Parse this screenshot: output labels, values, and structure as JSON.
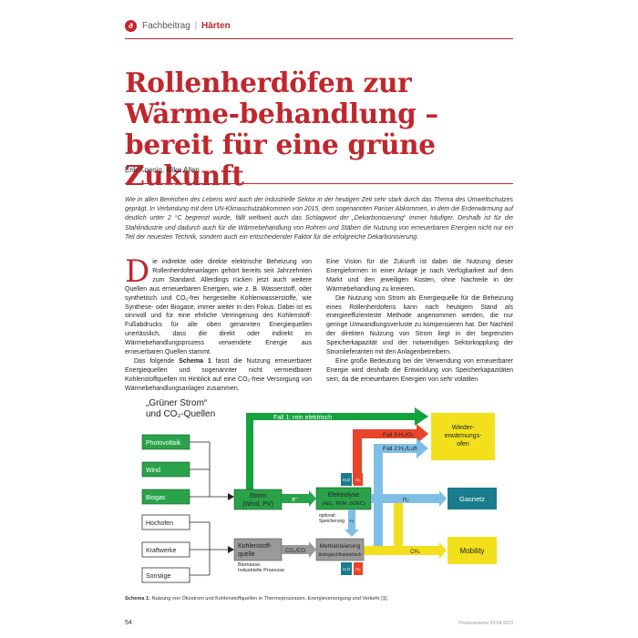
{
  "header": {
    "logo_letter": "ð",
    "section": "Fachbeitrag",
    "separator": "|",
    "topic": "Härten"
  },
  "article": {
    "title": "Rollenherdöfen zur Wärme-behandlung – bereit für eine grüne Zukunft",
    "authors": "Erik Koenig, Mike Allen",
    "lead": "Wie in allen Bereichen des Lebens wird auch der industrielle Sektor in der heutigen Zeit sehr stark durch das Thema des Umweltschutzes geprägt. In Verbindung mit dem UN-Klimaschutzabkommen von 2015, dem sogenannten Pariser Abkommen, in dem die Erderwärmung auf deutlich unter 2 °C begrenzt wurde, fällt weltweit auch das Schlagwort der „Dekarbonisierung“ immer häufiger. Deshalb ist für die Stahlindustrie und dadurch auch für die Wärmebehandlung von Rohren und Stäben die Nutzung von erneuerbaren Energien nicht nur ein Teil der neuesten Technik, sondern auch ein entscheidender Faktor für die erfolgreiche Dekarbonisierung.",
    "left_col": {
      "dropcap": "D",
      "p1": "ie indirekte oder direkte elektrische Beheizung von Rollenherdofenanlagen gehört bereits seit Jahrzehnten zum Standard. Allerdings rücken jetzt auch weitere Quellen aus erneuerbaren Energien, wie z. B. Wasserstoff, oder synthetisch und CO₂-frei hergestellte Kohlenwasserstoffe, wie Synthese- oder Biogase, immer weiter in den Fokus. Dabei ist es sinnvoll und für eine ehrliche Verringerung des Kohlenstoff-Fußabdrucks für alle oben genannten Energiequellen unerlässlich, dass die direkt oder indirekt im Wärmebehandlungsprozess verwendete Energie aus erneuerbaren Quellen stammt.",
      "p2_start": "Das folgende ",
      "p2_bold": "Schema 1",
      "p2_end": " fasst die Nutzung erneuerbarer Energiequellen und sogenannter nicht vermeidbarer Kohlenstoffquellen im Hinblick auf eine CO₂-freie Versorgung von Wärmebehandlungsanlagen zusammen."
    },
    "right_col": {
      "p1": "Eine Vision für die Zukunft ist dabei die Nutzung dieser Energieformen in einer Anlage je nach Verfügbarkeit auf dem Markt und den jeweiligen Kosten, ohne Nachteile in der Wärmebehandlung zu kreieren.",
      "p2": "Die Nutzung von Strom als Energiequelle für die Beheizung eines Rollenherdofens kann nach heutigem Stand als energieeffizienteste Methode angenommen werden, die nur geringe Umwandlungsverluste zu kompensieren hat. Der Nachteil der direkten Nutzung von Strom liegt in der begrenzten Speicherkapazität und der notwendigen Sektorkopplung der Stromlieferanten mit den Anlagenbetreibern.",
      "p3": "Eine große Bedeutung bei der Verwendung von erneuerbarer Energie wird deshalb die Entwicklung von Speicherkapazitäten sein, da die erneuerbaren Energien von sehr volatilen"
    }
  },
  "figure": {
    "title_line1": "„Grüner Strom“",
    "title_line2": "und CO₂-Quellen",
    "sources_green": [
      "Photovoltaik",
      "Wind",
      "Biogas"
    ],
    "sources_grey": [
      "Hochofen",
      "Kraftwerke",
      "Sonstige"
    ],
    "strom_line1": "Strom",
    "strom_line2": "(Wind, PV)",
    "e_label": "e⁻",
    "fall1": "Fall 1: rein elektrisch",
    "fall3": "Fall 3:H₂/O₂",
    "fall2": "Fall 2:H₂/Luft",
    "wieder_line1": "Wieder-",
    "wieder_line2": "erwärmungs-",
    "wieder_line3": "ofen",
    "elektrolyse_line1": "Elektrolyse",
    "elektrolyse_line2": "(AEL, PEM, SOEC)",
    "h2o": "H₂O",
    "o2": "O₂",
    "h2": "H₂",
    "optional_line1": "optional:",
    "optional_line2": "Speicherung",
    "gasnetz": "Gasnetz",
    "mobility": "Mobility",
    "kohlen_line1": "Kohlenstoff-",
    "kohlen_line2": "quelle",
    "co2co": "CO₂/CO",
    "biomasse_line1": "Biomasse,",
    "biomasse_line2": "Industrielle Prozesse",
    "meth_line1": "Methanisierung",
    "meth_line2": "biologisch/katalytisch",
    "ch4": "CH₄",
    "h2o_b": "H₂O",
    "o2_b": "O₂"
  },
  "caption": {
    "label": "Schema 1:",
    "text": " Nutzung von Ökostrom und Kohlenstoffquellen in Thermoprozessen, Energieversorgung und Verkehr [1]."
  },
  "footer": {
    "page": "54",
    "pub": "Prozesswärme 03-04 2023"
  },
  "colors": {
    "accent": "#c0272d",
    "green": "#14a23c",
    "green_box": "#2aa24a",
    "blue": "#7fbfe6",
    "yellow": "#f3e01d",
    "red_orange": "#e8452a",
    "teal": "#1a7c8c",
    "grey_box": "#9a9a9a"
  }
}
